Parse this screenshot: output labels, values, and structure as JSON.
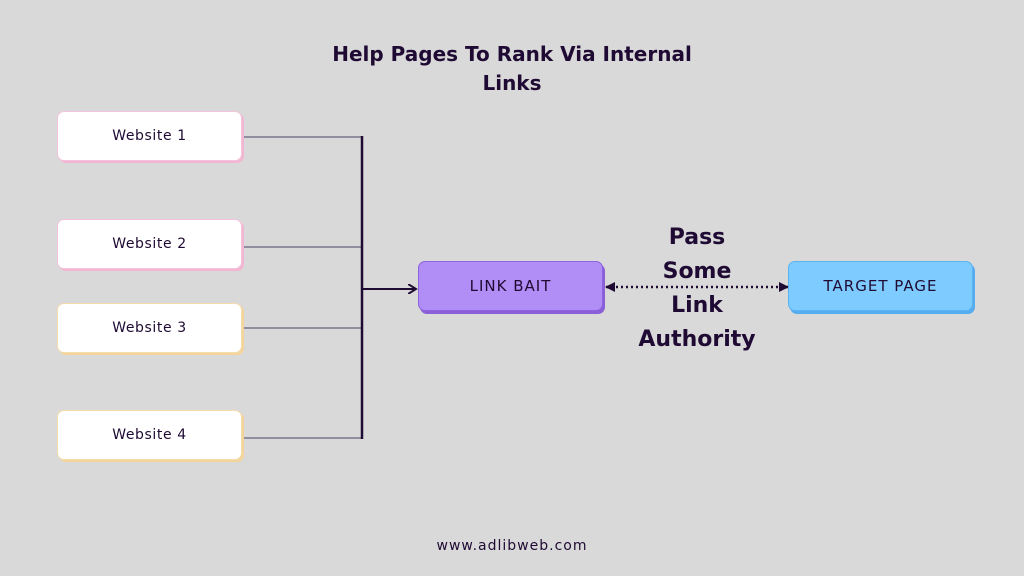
{
  "title": "Help Pages To Rank Via Internal Links",
  "sources": [
    {
      "label": "Website 1",
      "accent": "#f2b6d3"
    },
    {
      "label": "Website 2",
      "accent": "#f2b6d3"
    },
    {
      "label": "Website 3",
      "accent": "#f4d49a"
    },
    {
      "label": "Website 4",
      "accent": "#f4d49a"
    }
  ],
  "link_bait": {
    "label": "LINK BAIT",
    "color": "#b18ef6"
  },
  "target_page": {
    "label": "TARGET PAGE",
    "color": "#7ecbff"
  },
  "connector_label": [
    "Pass",
    "Some",
    "Link",
    "Authority"
  ],
  "footer": "www.adlibweb.com",
  "colors": {
    "background": "#d9d9d9",
    "text": "#1f0a33"
  }
}
